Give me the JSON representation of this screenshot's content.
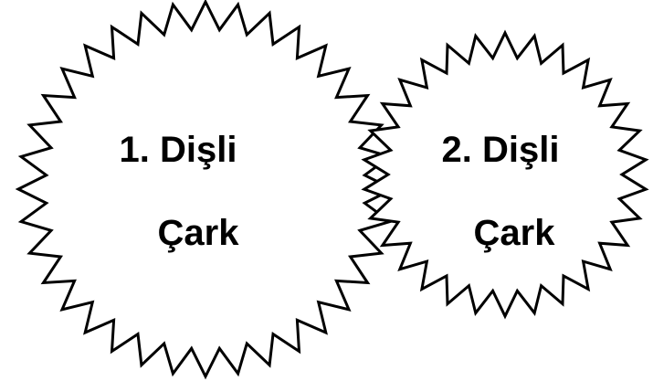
{
  "gears": [
    {
      "line1": "1. Dişli",
      "line2": "Çark",
      "teeth": 36
    },
    {
      "line1": "2. Dişli",
      "line2": "Çark",
      "teeth": 30
    }
  ],
  "colors": {
    "stroke": "#000000",
    "fill": "#ffffff",
    "text": "#000000"
  }
}
